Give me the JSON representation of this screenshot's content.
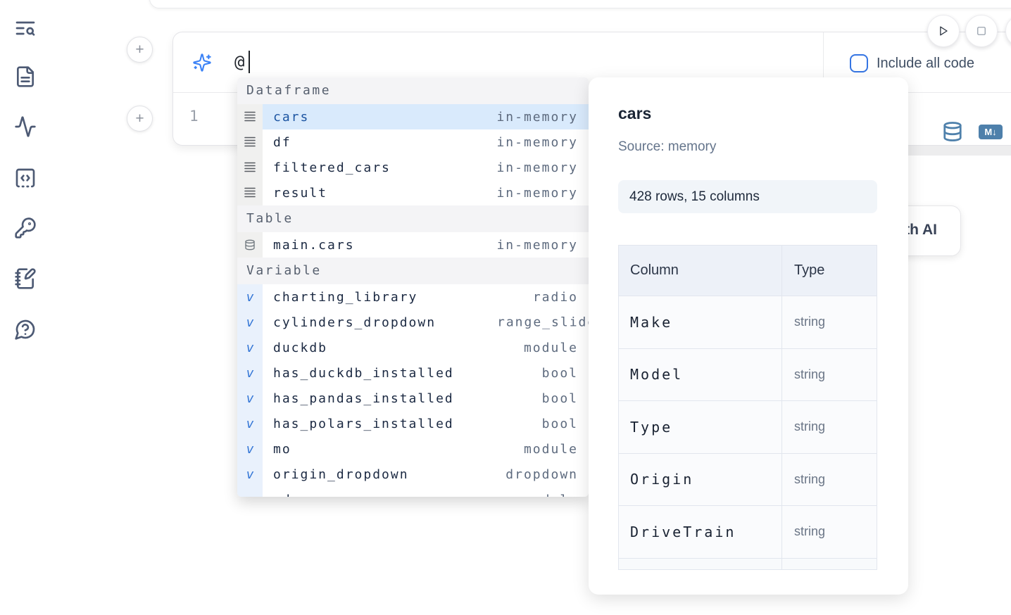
{
  "sidebar": {
    "icons": [
      {
        "name": "toc-search-icon"
      },
      {
        "name": "file-document-icon"
      },
      {
        "name": "activity-icon"
      },
      {
        "name": "code-snippets-icon"
      },
      {
        "name": "key-icon"
      },
      {
        "name": "notebook-pen-icon"
      },
      {
        "name": "help-chat-icon"
      }
    ]
  },
  "ai_bar": {
    "value": "@",
    "include_all_code_label": "Include all code"
  },
  "cell": {
    "line_number": "1",
    "markdown_badge": "M↓"
  },
  "toolbar": {
    "generate_ai_label": "Generate with AI"
  },
  "autocomplete": {
    "selected_item": "cars",
    "sections": [
      {
        "label": "Dataframe",
        "items": [
          {
            "name": "cars",
            "type": "in-memory"
          },
          {
            "name": "df",
            "type": "in-memory"
          },
          {
            "name": "filtered_cars",
            "type": "in-memory"
          },
          {
            "name": "result",
            "type": "in-memory"
          }
        ]
      },
      {
        "label": "Table",
        "items": [
          {
            "name": "main.cars",
            "type": "in-memory"
          }
        ]
      },
      {
        "label": "Variable",
        "items": [
          {
            "name": "charting_library",
            "type": "radio"
          },
          {
            "name": "cylinders_dropdown",
            "type": "range_slider"
          },
          {
            "name": "duckdb",
            "type": "module"
          },
          {
            "name": "has_duckdb_installed",
            "type": "bool"
          },
          {
            "name": "has_pandas_installed",
            "type": "bool"
          },
          {
            "name": "has_polars_installed",
            "type": "bool"
          },
          {
            "name": "mo",
            "type": "module"
          },
          {
            "name": "origin_dropdown",
            "type": "dropdown"
          },
          {
            "name": "pd",
            "type": "module"
          }
        ]
      }
    ]
  },
  "preview": {
    "title": "cars",
    "source": "Source: memory",
    "shape_badge": "428 rows, 15 columns",
    "table": {
      "col_header": "Column",
      "type_header": "Type",
      "rows": [
        {
          "column": "Make",
          "type": "string"
        },
        {
          "column": "Model",
          "type": "string"
        },
        {
          "column": "Type",
          "type": "string"
        },
        {
          "column": "Origin",
          "type": "string"
        },
        {
          "column": "DriveTrain",
          "type": "string"
        }
      ]
    }
  },
  "colors": {
    "accent_blue": "#3b82f6",
    "steel_blue": "#4e80ab",
    "selection_bg": "#d9eafc",
    "panel_badge_bg": "#f1f5f9"
  }
}
